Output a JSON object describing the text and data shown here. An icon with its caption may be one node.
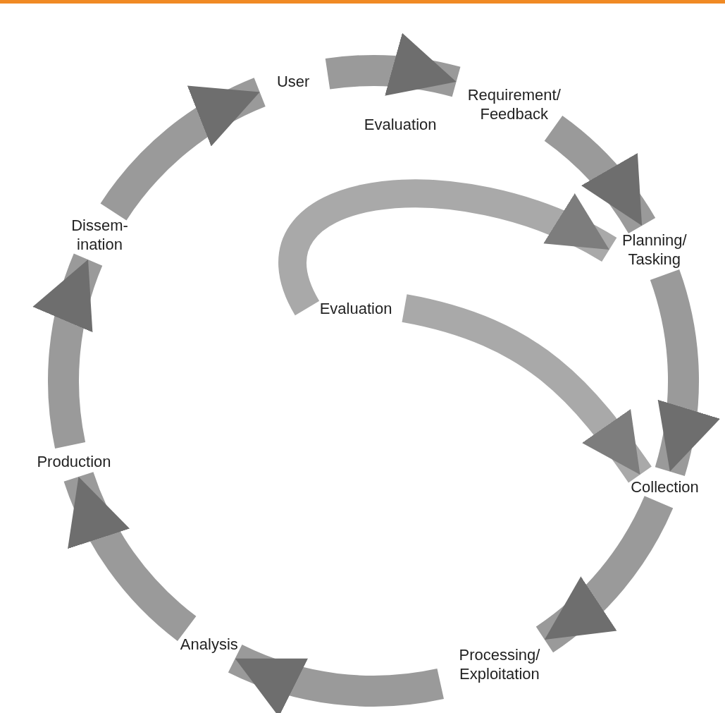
{
  "diagram": {
    "nodes": [
      {
        "text": [
          "User"
        ]
      },
      {
        "text": [
          "Requirement/ Feedback"
        ]
      },
      {
        "text": [
          "Planning/ Tasking"
        ]
      },
      {
        "text": [
          "Collection"
        ]
      },
      {
        "text": [
          "Processing/ Exploitation"
        ]
      },
      {
        "text": [
          "Analysis"
        ]
      },
      {
        "text": [
          "Production"
        ]
      },
      {
        "text": [
          "Dissem- ination"
        ]
      },
      {
        "text": [
          "Evaluation"
        ]
      }
    ],
    "edges": [
      {
        "from": 0,
        "to": 1,
        "arrow": "to",
        "label": "Evaluation"
      },
      {
        "from": 1,
        "to": 2,
        "arrow": "to"
      },
      {
        "from": 2,
        "to": 3,
        "arrow": "to"
      },
      {
        "from": 3,
        "to": 4,
        "arrow": "to"
      },
      {
        "from": 4,
        "to": 5,
        "arrow": "to"
      },
      {
        "from": 5,
        "to": 6,
        "arrow": "to"
      },
      {
        "from": 6,
        "to": 7,
        "arrow": "to"
      },
      {
        "from": 7,
        "to": 0,
        "arrow": "to"
      },
      {
        "from": 8,
        "to": 2,
        "arrow": "to"
      },
      {
        "from": 8,
        "to": 3,
        "arrow": "to"
      }
    ]
  }
}
